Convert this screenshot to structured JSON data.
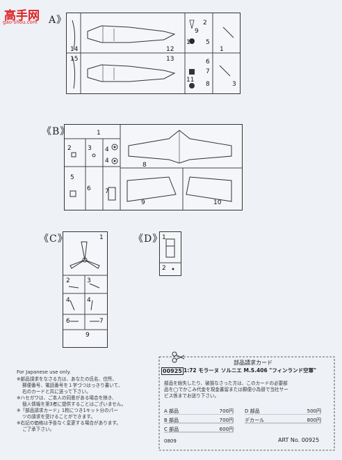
{
  "watermark": {
    "brand": "高手网",
    "url": "gao-shou.com"
  },
  "sections": {
    "a": {
      "label": "A》",
      "parts": [
        "14",
        "12",
        "15",
        "13",
        "9",
        "2",
        "10",
        "5",
        "1",
        "6",
        "11",
        "7",
        "3",
        "8"
      ]
    },
    "b": {
      "label": "《B》",
      "parts": [
        "1",
        "2",
        "3",
        "4",
        "4",
        "8",
        "5",
        "6",
        "7",
        "9",
        "10"
      ]
    },
    "c": {
      "label": "《C》",
      "parts": [
        "1",
        "2",
        "3",
        "4",
        "4",
        "6",
        "7",
        "9"
      ]
    },
    "d": {
      "label": "《D》",
      "parts": [
        "1",
        "2"
      ]
    }
  },
  "notice": {
    "english": "For Japanese use only.",
    "lines": [
      "※部品請求をなさる方は、あなたの氏名、住所、",
      "郵便番号、電話番号を１字づつはっきり書いて、",
      "右のカードと共に送って下さい。",
      "※ハセガワは、ご本人の同意がある場合を除き、",
      "個人情報を第3者に提供することはございません。",
      "※「部品請求カード」1枚につき1キット分のパー",
      "ツの請求を受けることができます。",
      "※右記の価格は予告なく変更する場合があります。",
      "ご了承下さい。"
    ]
  },
  "card": {
    "title": "部品請求カード",
    "code": "00925",
    "product": "1:72 モラーヌ ソルニエ M.S.406 \"フィンランド空軍\"",
    "description_lines": [
      "部品を紛失したり、破損なさった方は、このカードの必要部",
      "品を◯でかこみ代金を現金書留または郵便小為替で当社サー",
      "ビス係までお送り下さい。"
    ],
    "prices": [
      {
        "part": "A 部品",
        "price": "700円"
      },
      {
        "part": "B 部品",
        "price": "700円"
      },
      {
        "part": "C 部品",
        "price": "600円"
      },
      {
        "part": "D 部品",
        "price": "500円"
      },
      {
        "part": "デカール",
        "price": "800円"
      }
    ],
    "date_code": "0809",
    "art_no": "ART No. 00925"
  }
}
